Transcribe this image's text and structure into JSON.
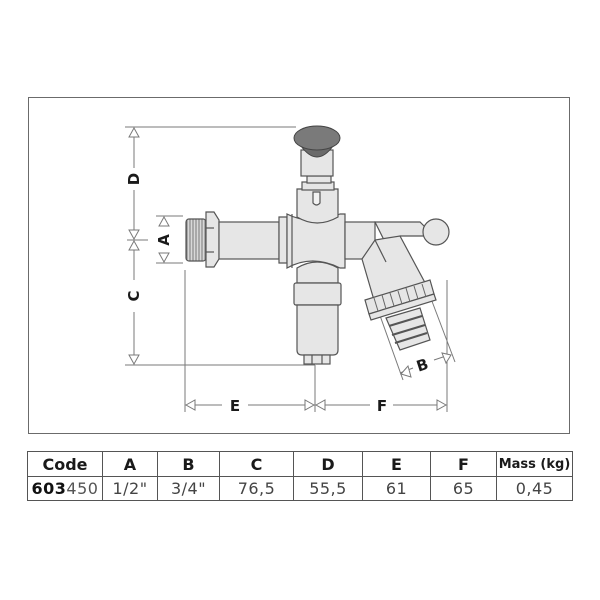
{
  "drawing": {
    "subject": "garden tap with hose connector",
    "dimension_labels": {
      "A": "A",
      "B": "B",
      "C": "C",
      "D": "D",
      "E": "E",
      "F": "F"
    },
    "colors": {
      "body_fill": "#e6e6e6",
      "outline": "#555555",
      "cap": "#7a7a7a",
      "dim_line": "#777777",
      "frame": "#6b6b6b"
    }
  },
  "table": {
    "headers": [
      "Code",
      "A",
      "B",
      "C",
      "D",
      "E",
      "F",
      "Mass (kg)"
    ],
    "rows": [
      {
        "code_prefix": "603",
        "code_suffix": "450",
        "A": "1/2\"",
        "B": "3/4\"",
        "C": "76,5",
        "D": "55,5",
        "E": "61",
        "F": "65",
        "mass": "0,45"
      }
    ]
  }
}
